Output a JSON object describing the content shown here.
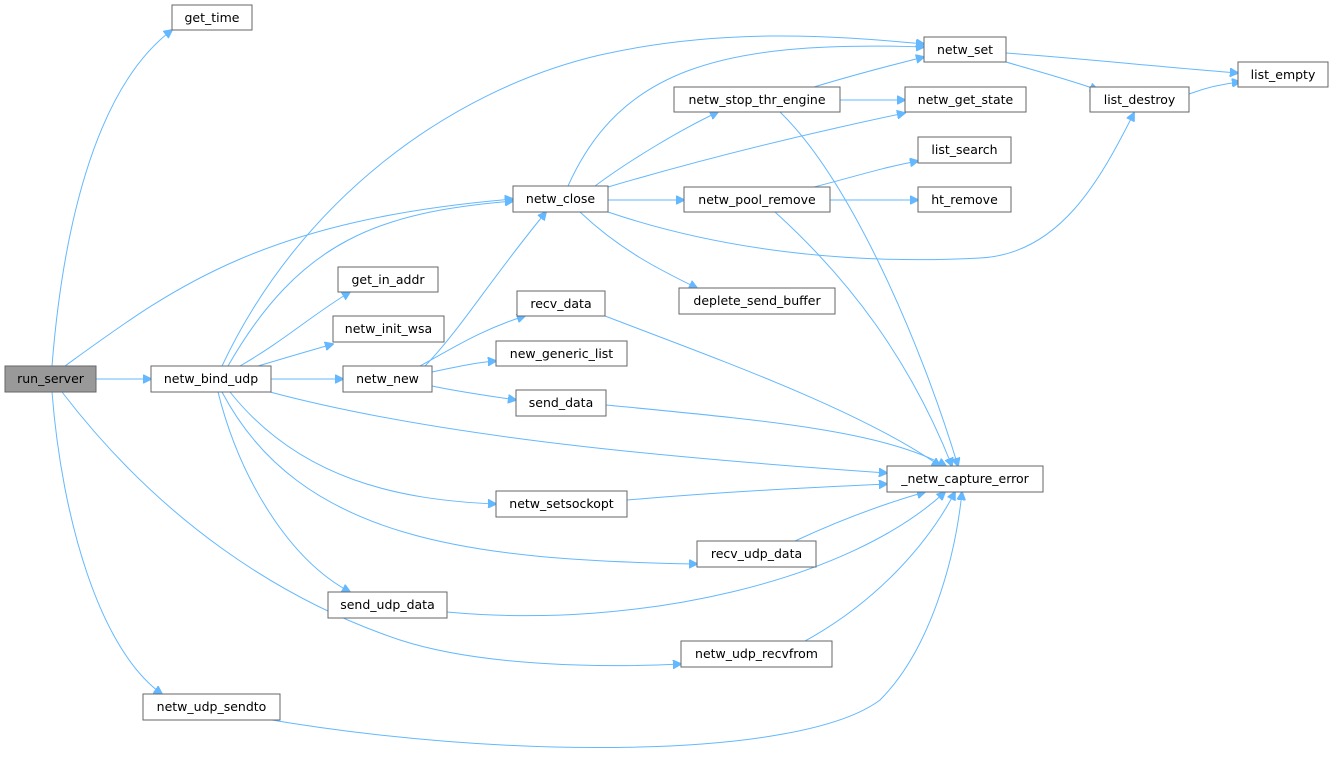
{
  "graph": {
    "nodes": {
      "run_server": "run_server",
      "get_time": "get_time",
      "netw_bind_udp": "netw_bind_udp",
      "netw_close": "netw_close",
      "netw_udp_sendto": "netw_udp_sendto",
      "netw_set": "netw_set",
      "netw_stop_thr_engine": "netw_stop_thr_engine",
      "netw_get_state": "netw_get_state",
      "list_empty": "list_empty",
      "list_destroy": "list_destroy",
      "list_search": "list_search",
      "netw_pool_remove": "netw_pool_remove",
      "ht_remove": "ht_remove",
      "get_in_addr": "get_in_addr",
      "netw_init_wsa": "netw_init_wsa",
      "netw_new": "netw_new",
      "recv_data": "recv_data",
      "new_generic_list": "new_generic_list",
      "send_data": "send_data",
      "deplete_send_buffer": "deplete_send_buffer",
      "netw_capture_error": "_netw_capture_error",
      "netw_setsockopt": "netw_setsockopt",
      "recv_udp_data": "recv_udp_data",
      "send_udp_data": "send_udp_data",
      "netw_udp_recvfrom": "netw_udp_recvfrom"
    },
    "edges": [
      {
        "from": "run_server",
        "to": "get_time"
      },
      {
        "from": "run_server",
        "to": "netw_bind_udp"
      },
      {
        "from": "run_server",
        "to": "netw_close"
      },
      {
        "from": "run_server",
        "to": "netw_udp_recvfrom"
      },
      {
        "from": "run_server",
        "to": "netw_udp_sendto"
      },
      {
        "from": "netw_bind_udp",
        "to": "netw_set"
      },
      {
        "from": "netw_bind_udp",
        "to": "netw_close"
      },
      {
        "from": "netw_bind_udp",
        "to": "get_in_addr"
      },
      {
        "from": "netw_bind_udp",
        "to": "netw_init_wsa"
      },
      {
        "from": "netw_bind_udp",
        "to": "netw_new"
      },
      {
        "from": "netw_bind_udp",
        "to": "netw_capture_error"
      },
      {
        "from": "netw_bind_udp",
        "to": "netw_setsockopt"
      },
      {
        "from": "netw_bind_udp",
        "to": "recv_udp_data"
      },
      {
        "from": "netw_bind_udp",
        "to": "send_udp_data"
      },
      {
        "from": "netw_close",
        "to": "netw_set"
      },
      {
        "from": "netw_close",
        "to": "netw_stop_thr_engine"
      },
      {
        "from": "netw_close",
        "to": "netw_get_state"
      },
      {
        "from": "netw_close",
        "to": "netw_pool_remove"
      },
      {
        "from": "netw_close",
        "to": "list_destroy"
      },
      {
        "from": "netw_close",
        "to": "deplete_send_buffer"
      },
      {
        "from": "netw_stop_thr_engine",
        "to": "netw_set"
      },
      {
        "from": "netw_stop_thr_engine",
        "to": "netw_get_state"
      },
      {
        "from": "netw_stop_thr_engine",
        "to": "netw_capture_error"
      },
      {
        "from": "netw_set",
        "to": "list_empty"
      },
      {
        "from": "netw_set",
        "to": "list_destroy"
      },
      {
        "from": "list_destroy",
        "to": "list_empty"
      },
      {
        "from": "netw_pool_remove",
        "to": "list_search"
      },
      {
        "from": "netw_pool_remove",
        "to": "ht_remove"
      },
      {
        "from": "netw_pool_remove",
        "to": "netw_capture_error"
      },
      {
        "from": "netw_new",
        "to": "netw_close"
      },
      {
        "from": "netw_new",
        "to": "recv_data"
      },
      {
        "from": "netw_new",
        "to": "new_generic_list"
      },
      {
        "from": "netw_new",
        "to": "send_data"
      },
      {
        "from": "recv_data",
        "to": "netw_capture_error"
      },
      {
        "from": "send_data",
        "to": "netw_capture_error"
      },
      {
        "from": "netw_setsockopt",
        "to": "netw_capture_error"
      },
      {
        "from": "recv_udp_data",
        "to": "netw_capture_error"
      },
      {
        "from": "send_udp_data",
        "to": "netw_capture_error"
      },
      {
        "from": "netw_udp_recvfrom",
        "to": "netw_capture_error"
      },
      {
        "from": "netw_udp_sendto",
        "to": "netw_capture_error"
      }
    ]
  },
  "colors": {
    "edge": "#63b8ff",
    "root_fill": "#999999",
    "node_fill": "#ffffff",
    "node_stroke": "#666666"
  }
}
